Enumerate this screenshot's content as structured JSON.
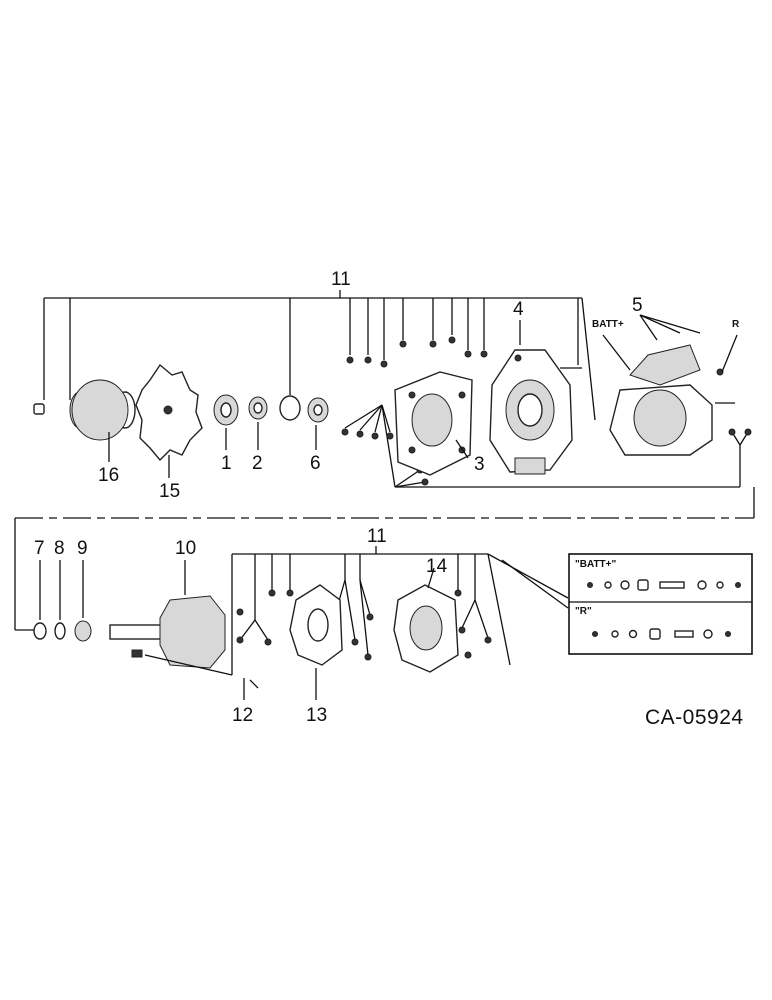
{
  "callouts": {
    "n11_top": "11",
    "n4": "4",
    "n5": "5",
    "n16": "16",
    "n15": "15",
    "n1": "1",
    "n2": "2",
    "n6": "6",
    "n3": "3",
    "n7": "7",
    "n8": "8",
    "n9": "9",
    "n10": "10",
    "n11_bottom": "11",
    "n14": "14",
    "n12": "12",
    "n13": "13"
  },
  "terminals": {
    "batt": "BATT+",
    "r": "R"
  },
  "insets": {
    "batt_title": "\"BATT+\"",
    "r_title": "\"R\""
  },
  "code": "CA-05924"
}
